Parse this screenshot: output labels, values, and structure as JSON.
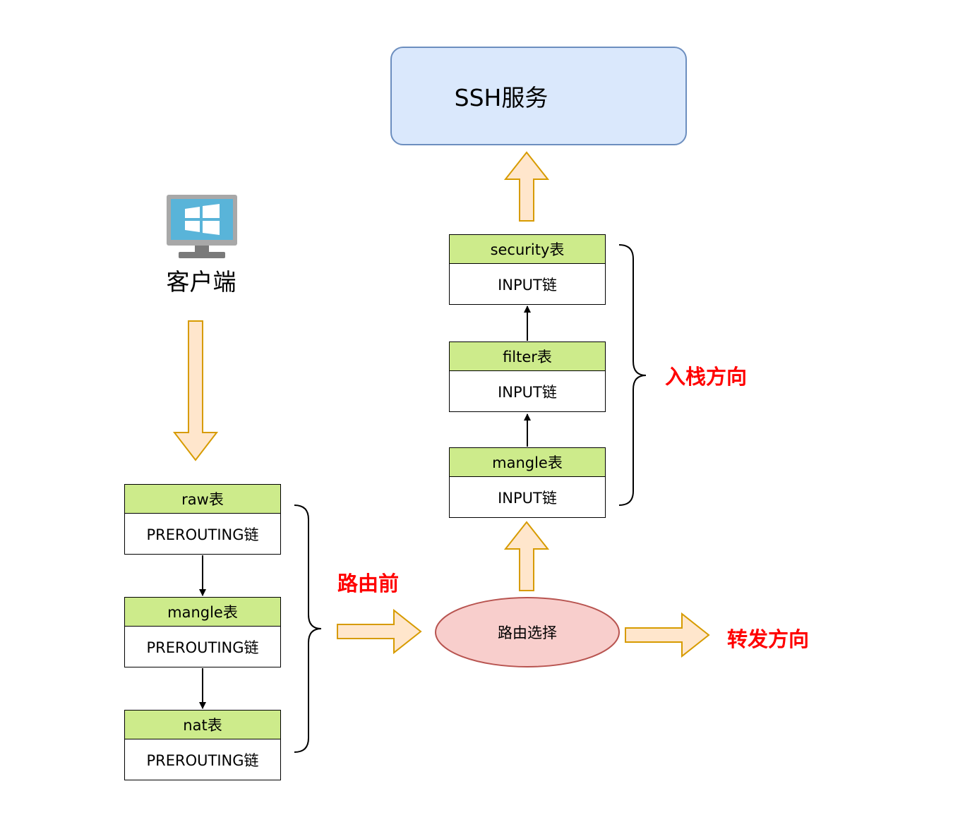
{
  "server": {
    "label": "SSH服务",
    "icon": "linux-monitor-icon"
  },
  "client": {
    "label": "客户端",
    "icon": "windows-monitor-icon"
  },
  "prerouting_tables": [
    {
      "table": "raw表",
      "chain": "PREROUTING链"
    },
    {
      "table": "mangle表",
      "chain": "PREROUTING链"
    },
    {
      "table": "nat表",
      "chain": "PREROUTING链"
    }
  ],
  "input_tables": [
    {
      "table": "security表",
      "chain": "INPUT链"
    },
    {
      "table": "filter表",
      "chain": "INPUT链"
    },
    {
      "table": "mangle表",
      "chain": "INPUT链"
    }
  ],
  "labels": {
    "before_routing": "路由前",
    "routing_decision": "路由选择",
    "forward_direction": "转发方向",
    "inbound_direction": "入栈方向"
  },
  "colors": {
    "table_header": "#cdeb8b",
    "server_box_fill": "#dae8fc",
    "server_box_border": "#6c8ebf",
    "routing_ellipse_fill": "#f8cecc",
    "routing_ellipse_border": "#b85450",
    "arrow_fill": "#ffe6cc",
    "arrow_border": "#d79b00",
    "highlight_text": "#ff0000"
  }
}
